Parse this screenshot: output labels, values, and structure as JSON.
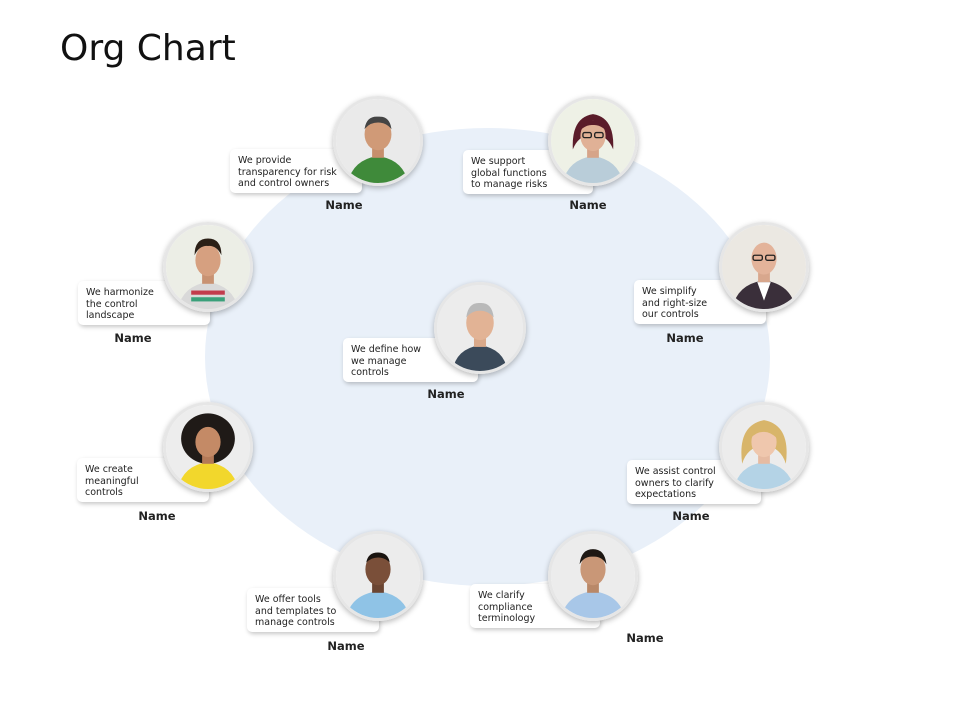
{
  "title": "Org Chart",
  "members": [
    {
      "id": "center",
      "lines": [
        "We define how",
        "we manage",
        "controls"
      ],
      "name": "Name"
    },
    {
      "id": "top-left",
      "lines": [
        "We provide",
        "transparency for risk",
        "and control owners"
      ],
      "name": "Name"
    },
    {
      "id": "top-right",
      "lines": [
        "We support",
        "global functions",
        "to manage risks"
      ],
      "name": "Name"
    },
    {
      "id": "left-upper",
      "lines": [
        "We harmonize",
        "the control",
        "landscape"
      ],
      "name": "Name"
    },
    {
      "id": "right-upper",
      "lines": [
        "We simplify",
        "and right-size",
        "our controls"
      ],
      "name": "Name"
    },
    {
      "id": "left-lower",
      "lines": [
        "We create",
        "meaningful",
        "controls"
      ],
      "name": "Name"
    },
    {
      "id": "right-lower",
      "lines": [
        "We assist control",
        "owners to clarify",
        "expectations"
      ],
      "name": "Name"
    },
    {
      "id": "bottom-left",
      "lines": [
        "We offer tools",
        "and templates to",
        "manage controls"
      ],
      "name": "Name"
    },
    {
      "id": "bottom-right",
      "lines": [
        "We clarify",
        "compliance",
        "terminology"
      ],
      "name": "Name"
    }
  ],
  "colors": {
    "ring": "#e9f0f9",
    "card": "#ffffff",
    "text": "#222222"
  }
}
